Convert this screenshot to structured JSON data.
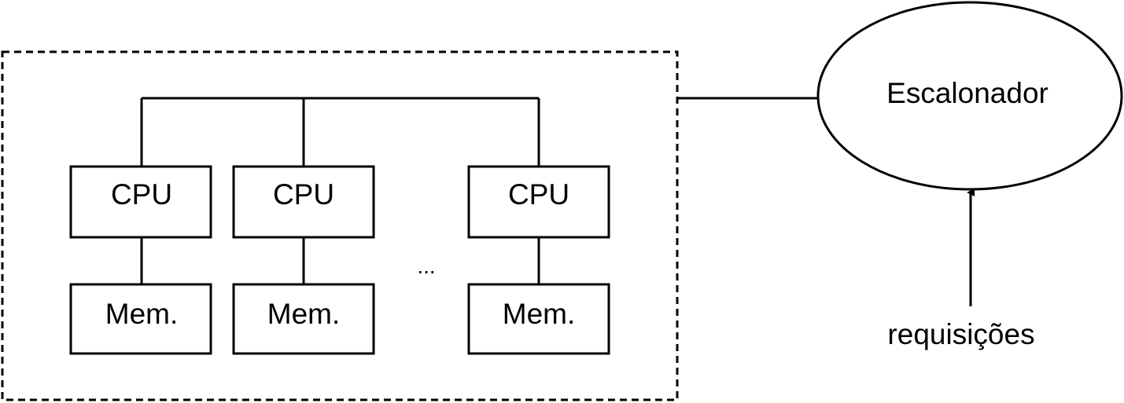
{
  "diagram": {
    "nodes": [
      {
        "id": "cpu-1",
        "label": "CPU"
      },
      {
        "id": "mem-1",
        "label": "Mem."
      },
      {
        "id": "cpu-2",
        "label": "CPU"
      },
      {
        "id": "mem-2",
        "label": "Mem."
      },
      {
        "id": "cpu-3",
        "label": "CPU"
      },
      {
        "id": "mem-3",
        "label": "Mem."
      },
      {
        "id": "scheduler",
        "label": "Escalonador"
      }
    ],
    "ellipsis": "...",
    "input_label": "requisições"
  }
}
